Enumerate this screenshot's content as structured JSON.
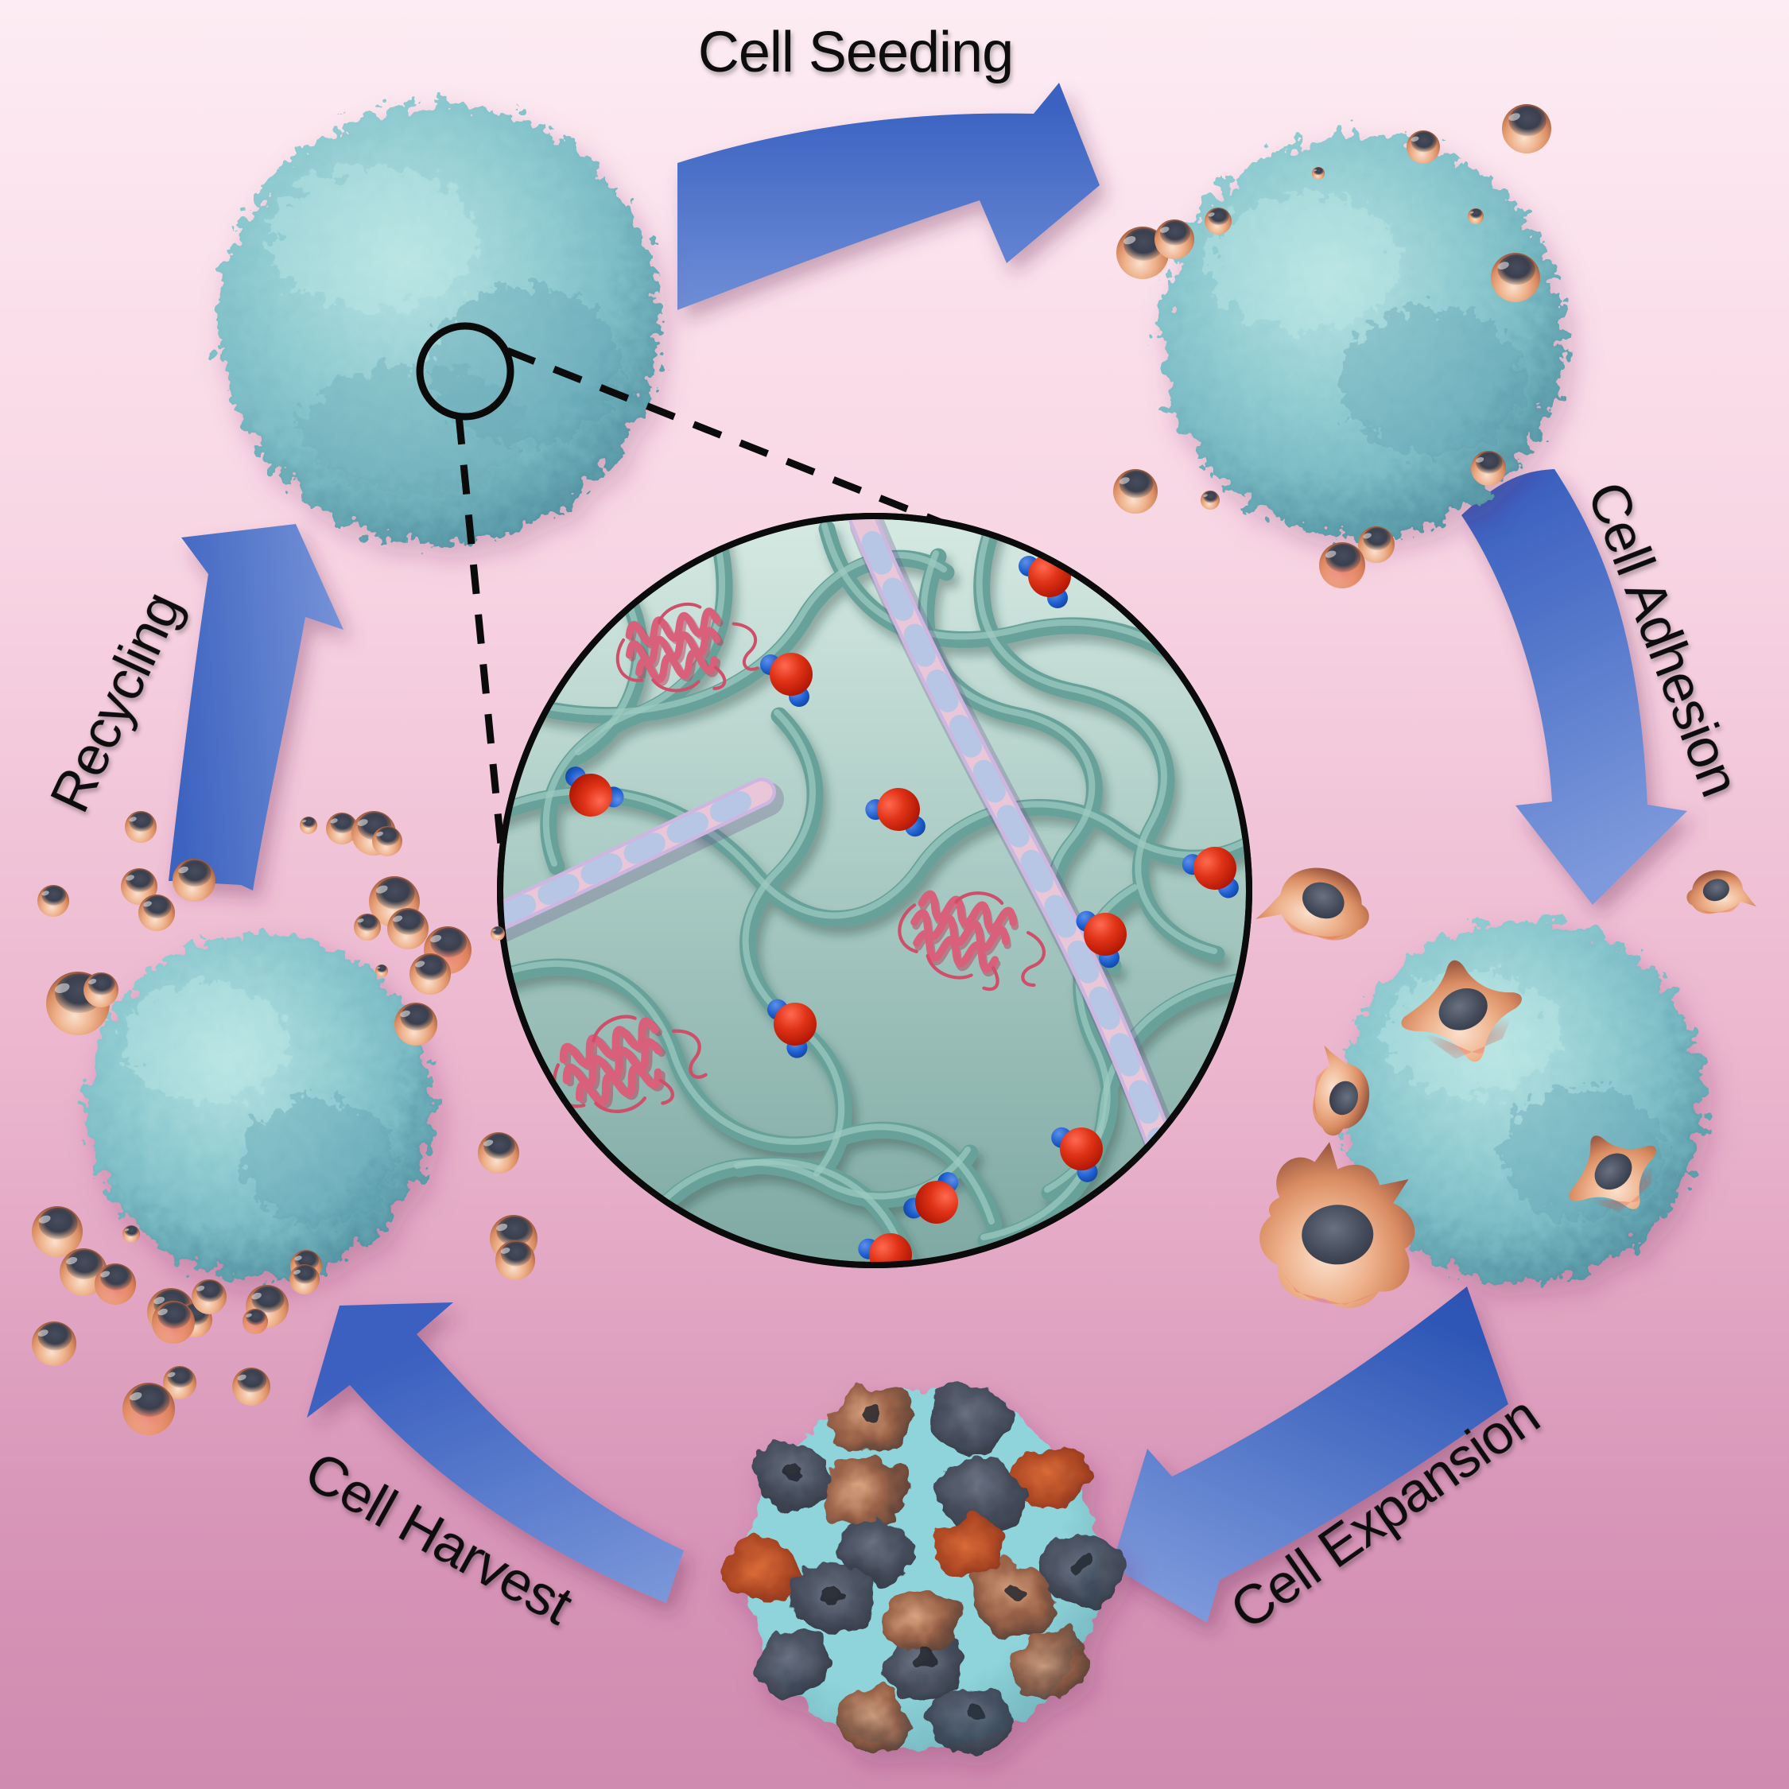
{
  "diagram": {
    "type": "cycle",
    "subject": "Microcarrier-based cell culture cycle with magnified hydrogel inset",
    "labels": {
      "cell_seeding": "Cell Seeding",
      "cell_adhesion": "Cell Adhesion",
      "cell_expansion": "Cell Expansion",
      "cell_harvest": "Cell Harvest",
      "recycling": "Recycling"
    },
    "stages": [
      {
        "position": "top-left",
        "name": "bare fluffy microcarrier with magnified callout"
      },
      {
        "position": "top-right",
        "name": "microcarrier surrounded by seeded cells"
      },
      {
        "position": "right",
        "name": "microcarrier with adhered spreading cells"
      },
      {
        "position": "bottom",
        "name": "confluent microcarrier fully covered by cells"
      },
      {
        "position": "left",
        "name": "microcarrier releasing harvested cells"
      }
    ],
    "inset": {
      "description": "magnified hydrogel network",
      "contents": [
        "polymer chains",
        "twisted collagen fibers",
        "protein ribbons",
        "water molecules"
      ]
    },
    "colors": {
      "arrow_blue": "#4472c4",
      "background_top": "#fdecf3",
      "background_bottom": "#d08cb0",
      "microcarrier_teal": "#7fbcc2",
      "cell_copper": "#dd9570",
      "inset_top": "#d5e9e2",
      "inset_bottom": "#7fa9a3",
      "water_oxygen": "#d42a12",
      "water_hydrogen": "#1d5ecf",
      "protein_pink": "#d8607a",
      "fiber_lavender": "#c9b2de",
      "label_text": "#0a0a0a"
    }
  }
}
